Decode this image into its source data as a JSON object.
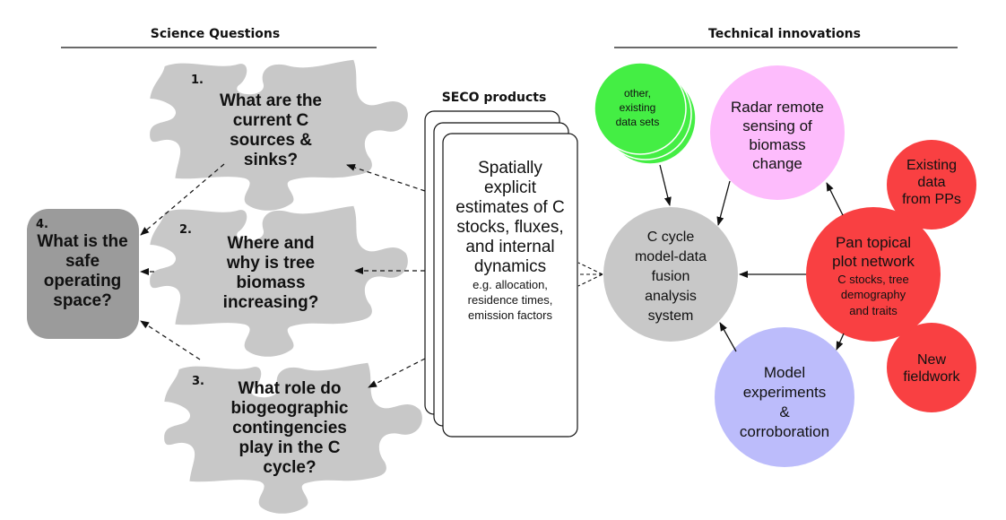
{
  "headers": {
    "science": "Science Questions",
    "technical": "Technical innovations",
    "seco": "SECO products"
  },
  "questions": [
    {
      "num": "1.",
      "lines": [
        "What are the",
        "current C",
        "sources &",
        "sinks?"
      ]
    },
    {
      "num": "2.",
      "lines": [
        "Where and",
        "why is tree",
        "biomass",
        "increasing?"
      ]
    },
    {
      "num": "3.",
      "lines": [
        "What role do",
        "biogeographic",
        "contingencies",
        "play in the C",
        "cycle?"
      ]
    },
    {
      "num": "4.",
      "lines": [
        "What is the",
        "safe",
        "operating",
        "space?"
      ]
    }
  ],
  "seco_product": {
    "main_lines": [
      "Spatially",
      "explicit",
      "estimates of C",
      "stocks, fluxes,",
      "and internal",
      "dynamics"
    ],
    "sub_lines": [
      "e.g. allocation,",
      "residence times,",
      "emission factors"
    ]
  },
  "nodes": {
    "other_data": {
      "lines": [
        "other,",
        "existing",
        "data sets"
      ],
      "color": "#44ee44"
    },
    "radar": {
      "lines": [
        "Radar remote",
        "sensing of",
        "biomass",
        "change"
      ],
      "color": "#fdbcfc"
    },
    "existing_pp": {
      "lines": [
        "Existing",
        "data",
        "from PPs"
      ],
      "color": "#f94042"
    },
    "ccycle": {
      "lines": [
        "C cycle",
        "model-data",
        "fusion",
        "analysis",
        "system"
      ],
      "color": "#c8c8c8"
    },
    "plot_network": {
      "lines": [
        "Pan topical",
        "plot network"
      ],
      "sub_lines": [
        "C stocks, tree",
        "demography",
        "and traits"
      ],
      "color": "#f94042"
    },
    "new_fieldwork": {
      "lines": [
        "New",
        "fieldwork"
      ],
      "color": "#f94042"
    },
    "model_exp": {
      "lines": [
        "Model",
        "experiments",
        "&",
        "corroboration"
      ],
      "color": "#bcbcfb"
    }
  },
  "colors": {
    "puzzle": "#c8c8c8",
    "safe_space": "#9b9b9b"
  }
}
